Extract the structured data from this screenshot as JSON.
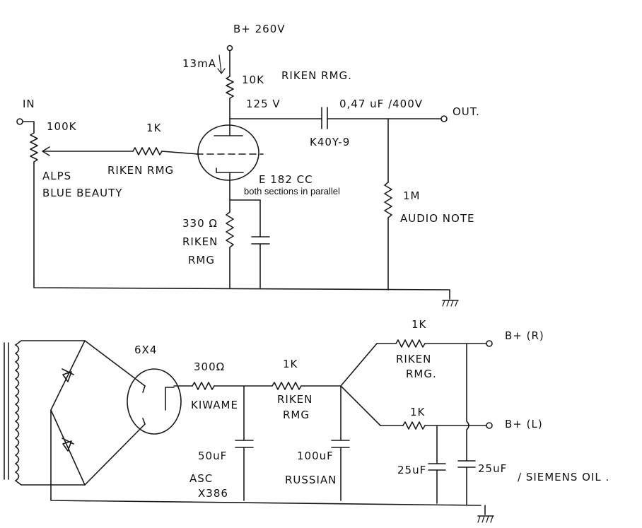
{
  "amplifier": {
    "supply_label": "B+ 260V",
    "current_label": "13mA",
    "plate_resistor": {
      "value": "10K",
      "type": "RIKEN RMG."
    },
    "plate_voltage": "125 V",
    "coupling_cap": {
      "value": "0,47 uF /400V",
      "type": "K40Y-9"
    },
    "output_label": "OUT.",
    "input_label": "IN",
    "volume_pot": {
      "value": "100K",
      "line1": "ALPS",
      "line2": "BLUE BEAUTY"
    },
    "grid_stopper": {
      "value": "1K",
      "type": "RIKEN RMG"
    },
    "tube": {
      "name": "E 182 CC",
      "note": "both sections in parallel"
    },
    "cathode_resistor": {
      "value": "330 Ω",
      "line1": "RIKEN",
      "line2": "RMG"
    },
    "output_resistor": {
      "value": "1M",
      "type": "AUDIO NOTE"
    }
  },
  "power_supply": {
    "rectifier_tube": "6X4",
    "resistor_1": {
      "value": "300Ω",
      "type": "KIWAME"
    },
    "resistor_2": {
      "value": "1K",
      "line1": "RIKEN",
      "line2": "RMG"
    },
    "resistor_r": {
      "value": "1K",
      "line1": "RIKEN",
      "line2": "RMG."
    },
    "resistor_l": {
      "value": "1K"
    },
    "cap_1": {
      "value": "50uF",
      "line1": "ASC",
      "line2": "X386"
    },
    "cap_2": {
      "value": "100uF",
      "type": "RUSSIAN"
    },
    "cap_3": {
      "value": "25uF"
    },
    "cap_4": {
      "value": "25uF",
      "type": "/ SIEMENS OIL ."
    },
    "out_r": "B+ (R)",
    "out_l": "B+ (L)"
  }
}
